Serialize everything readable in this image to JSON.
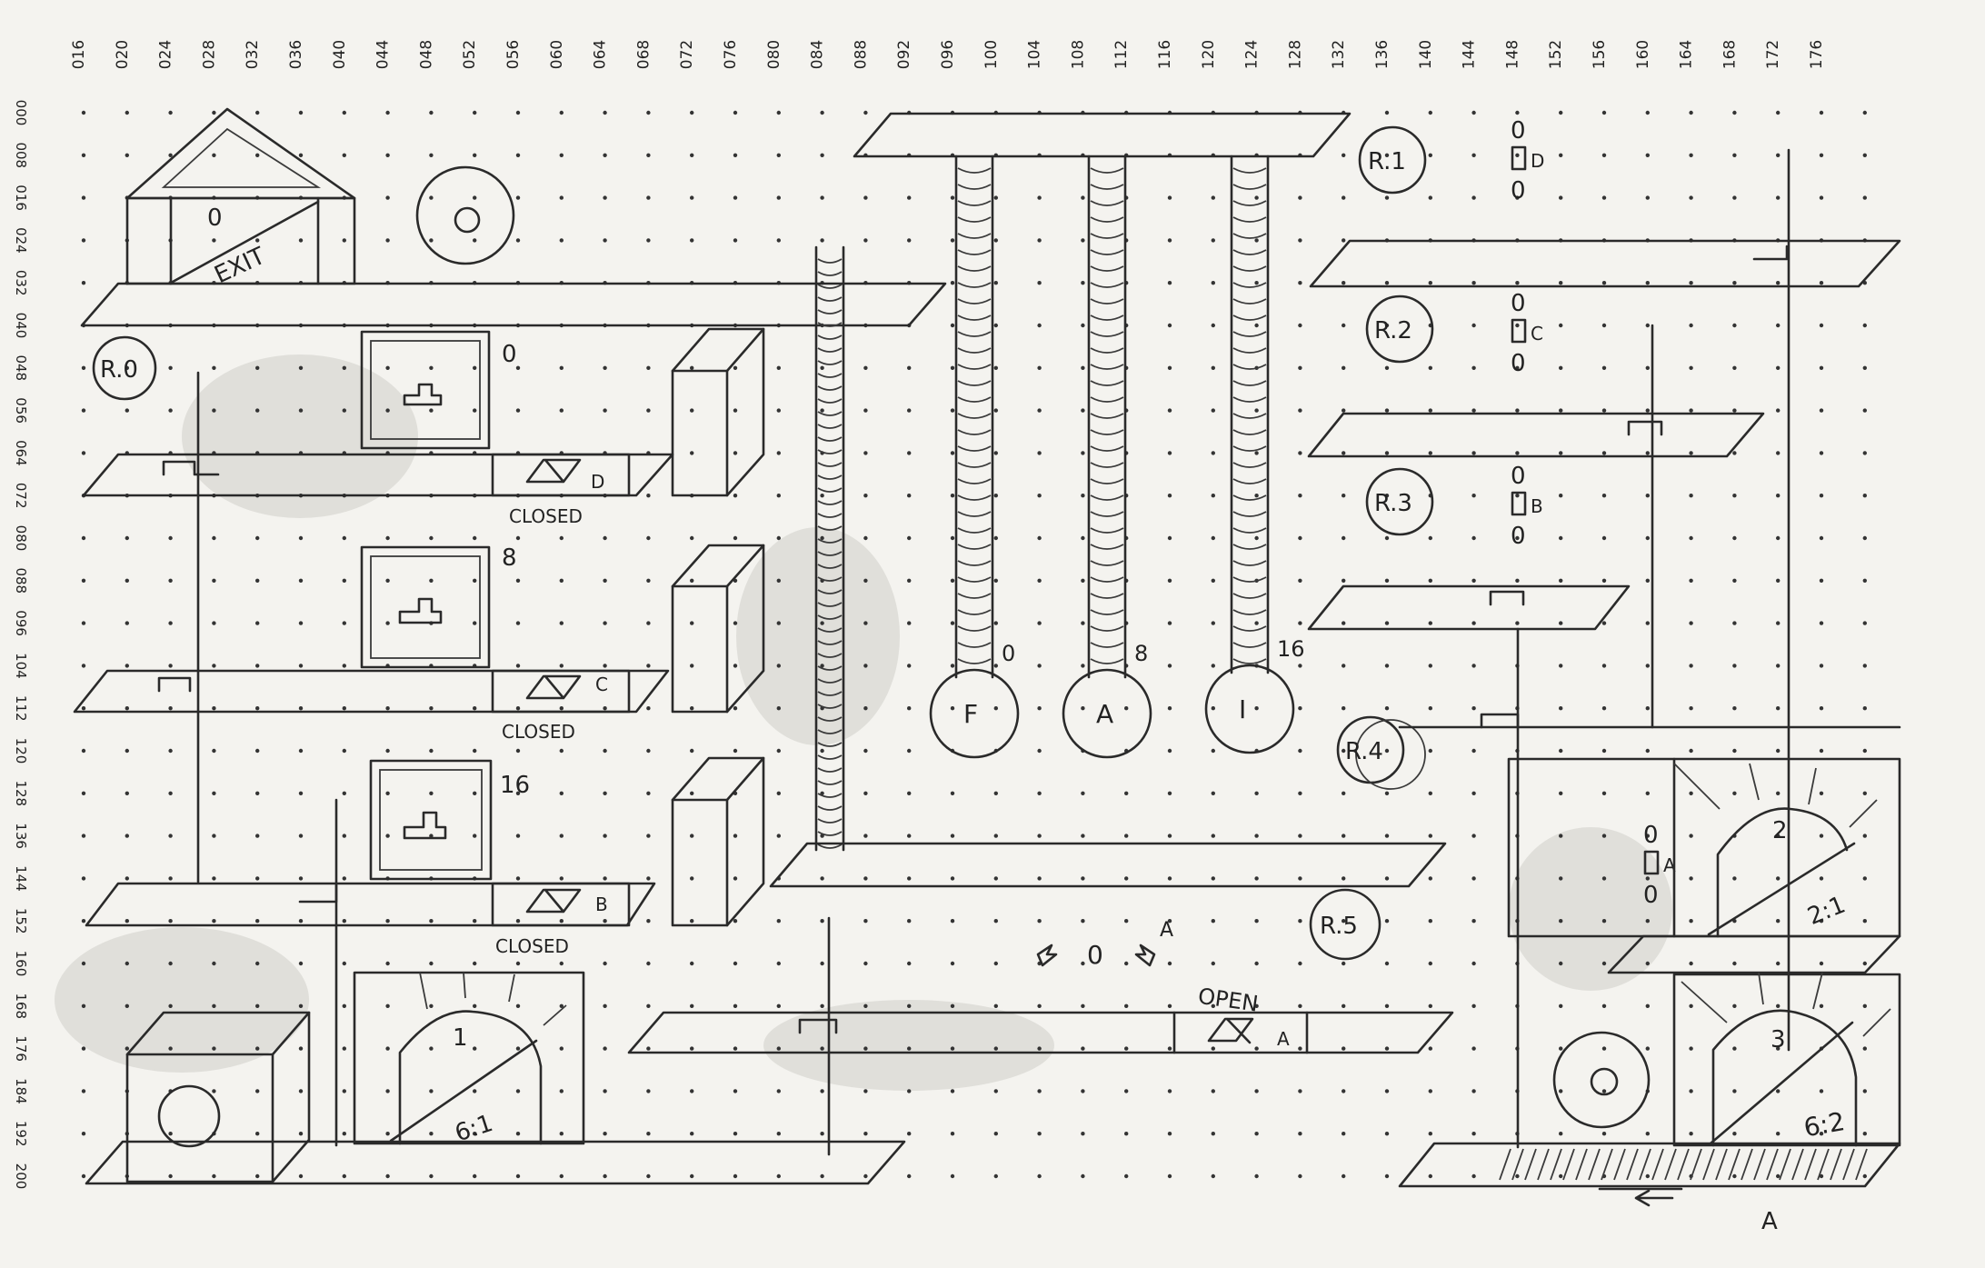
{
  "top_ruler": [
    "016",
    "020",
    "024",
    "028",
    "032",
    "036",
    "040",
    "044",
    "048",
    "052",
    "056",
    "060",
    "064",
    "068",
    "072",
    "076",
    "080",
    "084",
    "088",
    "092",
    "096",
    "100",
    "104",
    "108",
    "112",
    "116",
    "120",
    "124",
    "128",
    "132",
    "136",
    "140",
    "144",
    "148",
    "152",
    "156",
    "160",
    "164",
    "168",
    "172",
    "176"
  ],
  "left_ruler": [
    "000",
    "008",
    "016",
    "024",
    "032",
    "040",
    "048",
    "056",
    "064",
    "072",
    "080",
    "088",
    "096",
    "104",
    "112",
    "120",
    "128",
    "136",
    "144",
    "152",
    "160",
    "168",
    "176",
    "184",
    "192",
    "200"
  ],
  "room_labels": [
    "R.0",
    "R.1",
    "R.2",
    "R.3",
    "R.4",
    "R.5"
  ],
  "exit": {
    "value": "0",
    "label": "EXIT"
  },
  "paintings": [
    "0",
    "8",
    "16"
  ],
  "doors": [
    {
      "state": "CLOSED",
      "key": "D"
    },
    {
      "state": "CLOSED",
      "key": "C"
    },
    {
      "state": "CLOSED",
      "key": "B"
    },
    {
      "state": "OPEN",
      "key": "A"
    }
  ],
  "pendulums": [
    {
      "letter": "F",
      "value": "0"
    },
    {
      "letter": "A",
      "value": "8"
    },
    {
      "letter": "I",
      "value": "16"
    }
  ],
  "switches": [
    {
      "top": "0",
      "key": "D",
      "bottom": "0"
    },
    {
      "top": "0",
      "key": "C",
      "bottom": "0"
    },
    {
      "top": "0",
      "key": "B",
      "bottom": "0"
    },
    {
      "top": "0",
      "key": "A",
      "bottom": "0"
    }
  ],
  "arches": [
    {
      "number": "1",
      "ratio": "6:1"
    },
    {
      "number": "2",
      "ratio": "2:1"
    },
    {
      "number": "3",
      "ratio": "6:2"
    }
  ],
  "center_marker": {
    "value": "0",
    "key": "A"
  },
  "bottom_marker": "A",
  "circles": [
    "0",
    "0"
  ]
}
